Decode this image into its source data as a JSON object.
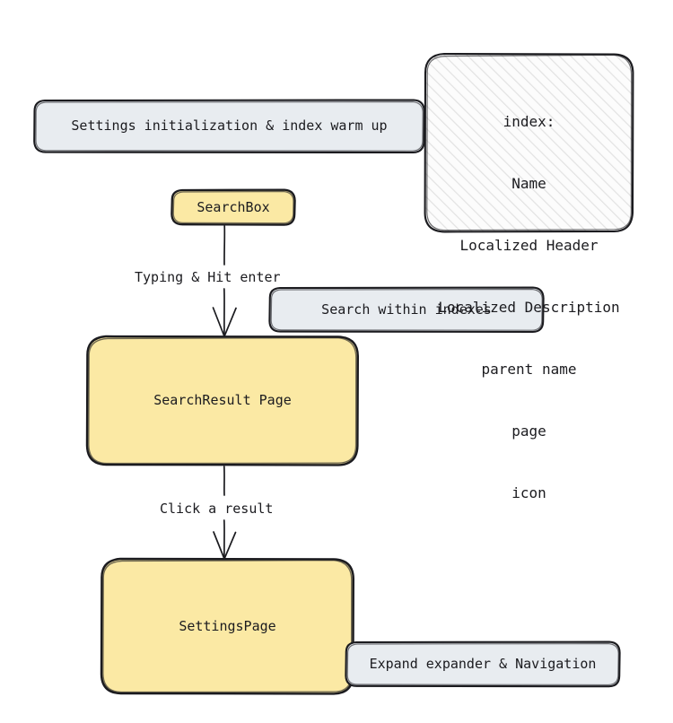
{
  "diagram": {
    "type": "flowchart",
    "style": "hand-drawn-sketch",
    "colors": {
      "node_fill_yellow": "#fbe9a4",
      "note_fill_gray": "#e8ecf0",
      "index_fill_hatch": "#fafafa",
      "stroke": "#1b1b1f",
      "text": "#1b1b1f"
    },
    "nodes": [
      {
        "id": "settings-init-note",
        "kind": "note",
        "label": "Settings initialization & index warm up"
      },
      {
        "id": "index-note",
        "kind": "hatched-note",
        "lines": [
          "index:",
          "Name",
          "Localized Header",
          "Localized Description",
          "parent name",
          "page",
          "icon"
        ]
      },
      {
        "id": "search-box",
        "kind": "process",
        "label": "SearchBox"
      },
      {
        "id": "search-within-indexes-note",
        "kind": "note",
        "label": "Search within indexes"
      },
      {
        "id": "search-result-page",
        "kind": "process",
        "label": "SearchResult Page"
      },
      {
        "id": "settings-page",
        "kind": "process",
        "label": "SettingsPage"
      },
      {
        "id": "expand-expander-note",
        "kind": "note",
        "label": "Expand expander & Navigation"
      }
    ],
    "edges": [
      {
        "id": "edge-searchbox-to-searchresult",
        "from": "search-box",
        "to": "search-result-page",
        "label": "Typing & Hit enter"
      },
      {
        "id": "edge-searchresult-to-settingspage",
        "from": "search-result-page",
        "to": "settings-page",
        "label": "Click a result"
      }
    ]
  }
}
